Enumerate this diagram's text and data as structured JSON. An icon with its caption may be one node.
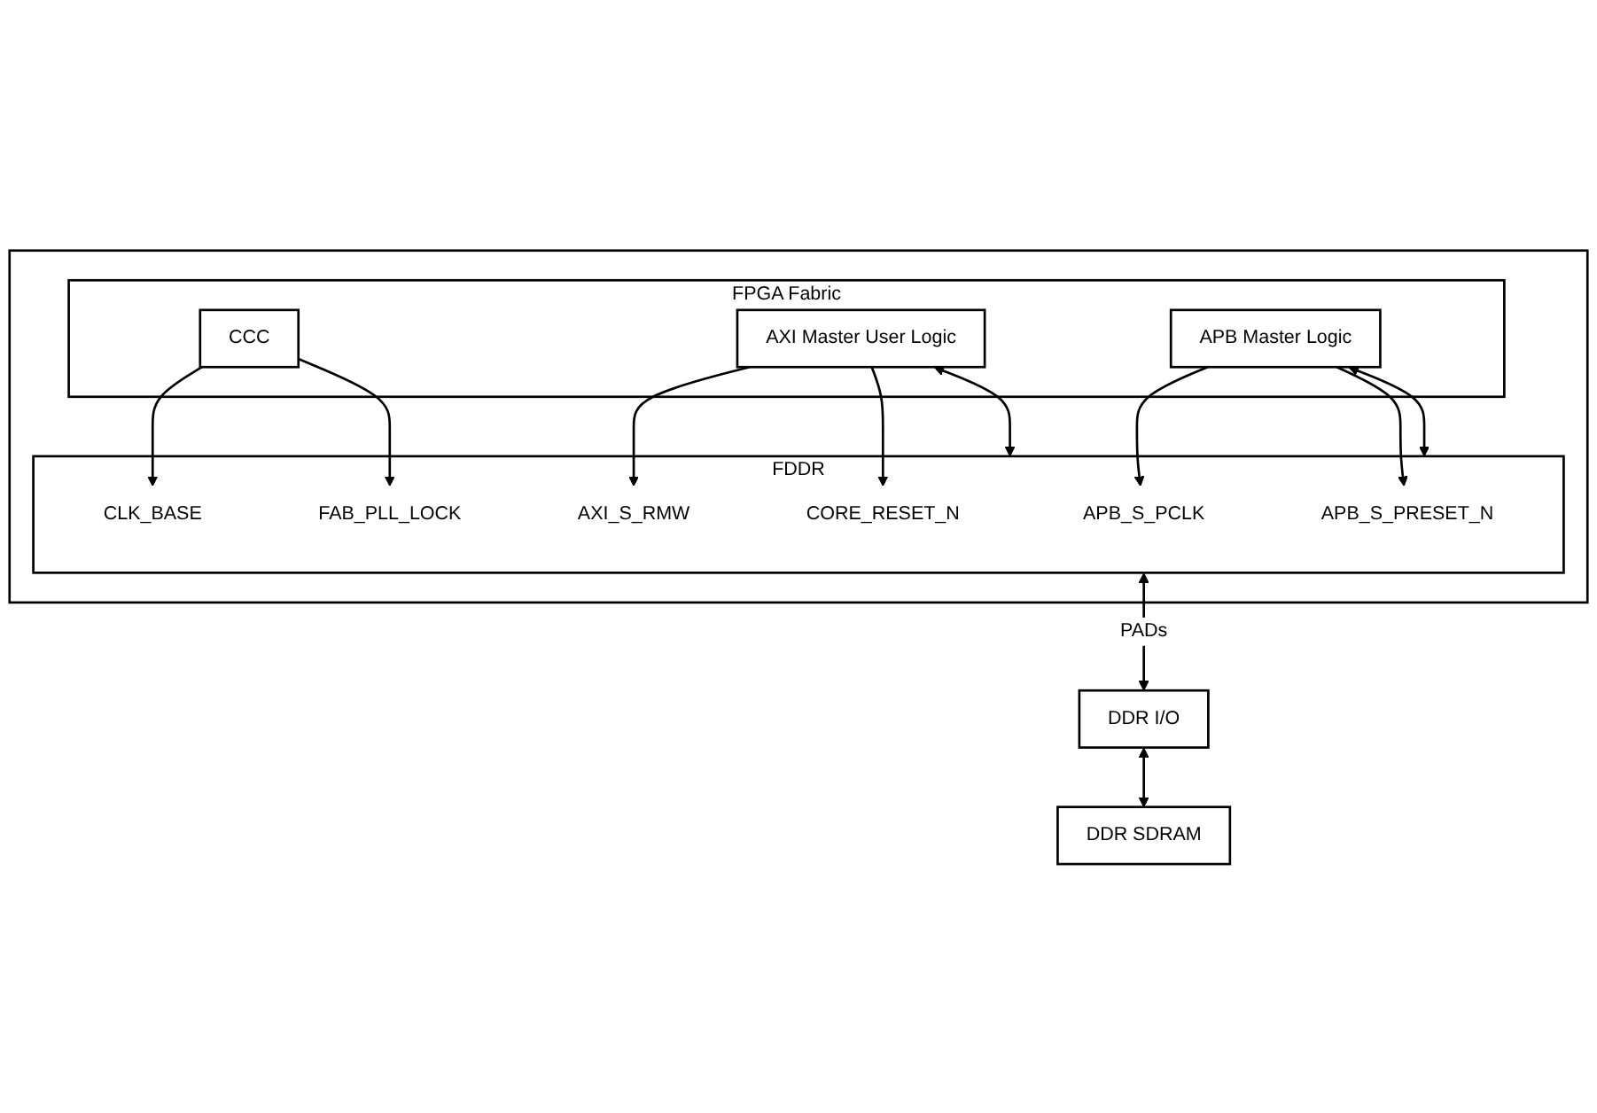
{
  "diagram": {
    "nodes": [
      {
        "text": [],
        "shape": "box"
      },
      {
        "text": [
          "FPGA Fabric"
        ],
        "in": 0
      },
      {
        "text": [
          "CCC"
        ],
        "in": 1
      },
      {
        "text": [
          "AXI Master User Logic"
        ],
        "in": 1
      },
      {
        "text": [
          "APB Master Logic"
        ],
        "in": 1
      },
      {
        "text": [
          "FDDR"
        ],
        "in": 0
      },
      {
        "text": [
          "APB_S_PCLK"
        ],
        "in": 5
      },
      {
        "text": [
          "APB_S_PRESET_N"
        ],
        "in": 5
      },
      {
        "text": [
          "AXI_S_RMW"
        ],
        "in": 5
      },
      {
        "text": [
          "CORE_RESET_N"
        ],
        "in": 5
      },
      {
        "text": [
          "CLK_BASE"
        ],
        "in": 5
      },
      {
        "text": [
          "FAB_PLL_LOCK"
        ],
        "in": 5
      },
      {
        "text": [
          "DDR I/O"
        ]
      },
      {
        "text": [
          "DDR SDRAM"
        ]
      }
    ],
    "edges": [
      {
        "from": 3,
        "to": 5,
        "arrow": "both"
      },
      {
        "from": 4,
        "to": 5,
        "arrow": "both"
      },
      {
        "from": 4,
        "to": 6,
        "arrow": "to"
      },
      {
        "from": 4,
        "to": 7,
        "arrow": "to"
      },
      {
        "from": 3,
        "to": 8,
        "arrow": "to"
      },
      {
        "from": 3,
        "to": 9,
        "arrow": "to"
      },
      {
        "from": 2,
        "to": 10,
        "arrow": "to"
      },
      {
        "from": 2,
        "to": 11,
        "arrow": "to"
      },
      {
        "from": 5,
        "to": 12,
        "arrow": "both",
        "label": "PADs"
      },
      {
        "from": 12,
        "to": 13,
        "arrow": "both"
      }
    ]
  }
}
